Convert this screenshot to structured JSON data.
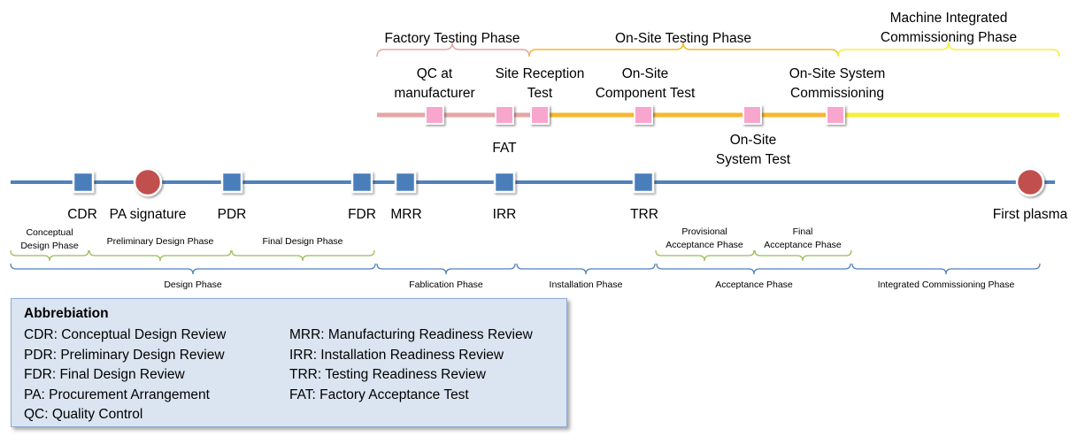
{
  "top_phases": [
    {
      "key": "factory",
      "label": "Factory Testing Phase",
      "color": "#e6a6a6"
    },
    {
      "key": "onsite",
      "label": "On-Site Testing Phase",
      "color": "#f5b92e"
    },
    {
      "key": "machine",
      "label_line1": "Machine Integrated",
      "label_line2": "Commissioning Phase",
      "color": "#f5f03a"
    }
  ],
  "test_labels": {
    "qc_line1": "QC at",
    "qc_line2": "manufacturer",
    "site_reception_line1": "Site Reception",
    "site_reception_line2": "Test",
    "onsite_component_line1": "On-Site",
    "onsite_component_line2": "Component Test",
    "onsite_system_comm_line1": "On-Site System",
    "onsite_system_comm_line2": "Commissioning",
    "fat": "FAT",
    "onsite_system_test_line1": "On-Site",
    "onsite_system_test_line2": "System Test"
  },
  "milestones": {
    "cdr": "CDR",
    "pa": "PA signature",
    "pdr": "PDR",
    "fdr": "FDR",
    "mrr": "MRR",
    "irr": "IRR",
    "trr": "TRR",
    "first_plasma": "First plasma"
  },
  "sub_phases": {
    "conceptual_line1": "Conceptual",
    "conceptual_line2": "Design Phase",
    "preliminary": "Preliminary Design Phase",
    "final": "Final Design Phase",
    "provisional_line1": "Provisional",
    "provisional_line2": "Acceptance Phase",
    "final_acc_line1": "Final",
    "final_acc_line2": "Acceptance Phase"
  },
  "main_phases": {
    "design": "Design Phase",
    "fabrication": "Fablication Phase",
    "installation": "Installation Phase",
    "acceptance": "Acceptance Phase",
    "integrated": "Integrated Commissioning Phase"
  },
  "colors": {
    "timeline": "#4f81bd",
    "milestone_square": "#4a7ebb",
    "milestone_circle": "#c0504d",
    "test_square": "#f9a6cf",
    "brace_green": "#9bbb59",
    "brace_blue": "#4f81bd",
    "box_fill": "#dbe5f1",
    "box_border": "#8faad3"
  },
  "abbreviation": {
    "title": "Abbrebiation",
    "left": [
      "CDR: Conceptual Design Review",
      "PDR: Preliminary Design Review",
      "FDR: Final Design Review",
      "PA: Procurement Arrangement",
      "QC: Quality Control"
    ],
    "right": [
      "MRR: Manufacturing Readiness Review",
      "IRR: Installation Readiness Review",
      "TRR: Testing Readiness Review",
      "FAT: Factory Acceptance Test"
    ]
  }
}
